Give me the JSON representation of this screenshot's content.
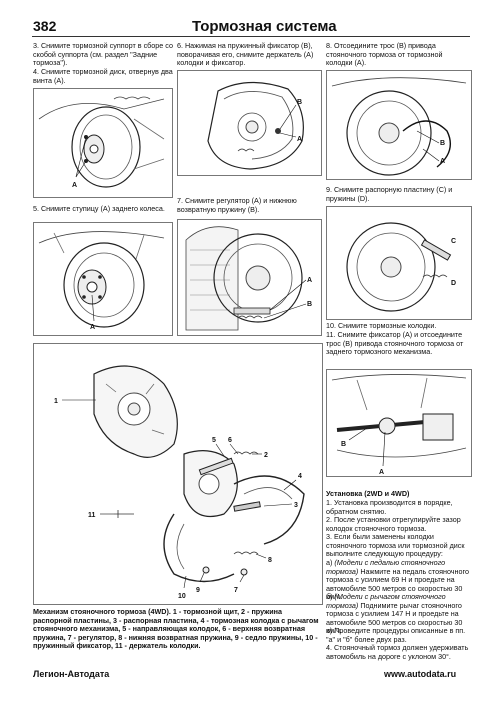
{
  "header": {
    "page_number": "382",
    "title": "Тормозная система"
  },
  "col1": {
    "step3": "3. Снимите тормозной суппорт в сборе со скобой суппорта (см. раздел \"Задние тормоза\").",
    "step4": "4. Снимите тормозной диск, отвернув два винта (A).",
    "step5": "5. Снимите ступицу (A) заднего колеса.",
    "fig1_label_a": "A",
    "fig2_label_a": "A"
  },
  "col2": {
    "step6": "6. Нажимая на пружинный фиксатор (B), поворачивая его, снимите держатель (A) колодки и фиксатор.",
    "step7": "7. Снимите регулятор (A) и нижнюю возвратную пружину (B).",
    "fig3_label_a": "A",
    "fig3_label_b": "B",
    "fig4_label_a": "A",
    "fig4_label_b": "B"
  },
  "col3": {
    "step8": "8. Отсоедините трос (B) привода стояночного тормоза от тормозной колодки (A).",
    "step9": "9. Снимите распорную пластину (C) и пружины (D).",
    "step10": "10. Снимите тормозные колодки.",
    "step11": "11. Снимите фиксатор (A) и отсоедините трос (B) привода стояночного тормоза от заднего тормозного механизма.",
    "fig5_labels": [
      "A",
      "B"
    ],
    "fig6_labels": [
      "C",
      "D"
    ],
    "fig7_labels": [
      "A",
      "B"
    ],
    "install_title": "Установка (2WD и 4WD)",
    "install_1": "1. Установка производится в порядке, обратном снятию.",
    "install_2": "2. После установки отрегулируйте зазор колодок стояночного тормоза.",
    "install_3": "3. Если были заменены колодки стояночного тормоза или тормозной диск выполните следующую процедуру:",
    "install_3a_mark": "а)",
    "install_3a_em": "(Модели с педалью стояночного тормоза)",
    "install_3a": " Нажмите на педаль стояночного тормоза с усилием 69 Н и проедьте на автомобиле 500 метров со скоростью 30 км/ч.",
    "install_3b_mark": "б)",
    "install_3b_em": "(Модели с рычагом стояночного тормоза)",
    "install_3b": " Поднимите рычаг стояночного тормоза с усилием 147 Н и проедьте на автомобиле 500 метров со скоростью 30 км/ч.",
    "install_3c": "в) Проведите процедуры описанные в пп. \"а\" и \"б\" более двух раз.",
    "install_4": "4. Стояночный тормоз должен удерживать автомобиль на дороге с уклоном 30°."
  },
  "exploded": {
    "callouts": [
      "1",
      "2",
      "3",
      "4",
      "5",
      "6",
      "7",
      "8",
      "9",
      "10",
      "11"
    ],
    "caption_bold": "Механизм стояночного тормоза (4WD).",
    "caption": " 1 - тормозной щит, 2 - пружина распорной пластины, 3 - распорная пластина, 4 - тормозная колодка с рычагом стояночного механизма, 5 - направляющая колодок, 6 - верхняя возвратная пружина, 7 - регулятор, 8 - нижняя возвратная пружина, 9 - седло пружины, 10 - пружинный фиксатор, 11 - держатель колодки."
  },
  "footer": {
    "left": "Легион-Автодата",
    "right": "www.autodata.ru"
  }
}
